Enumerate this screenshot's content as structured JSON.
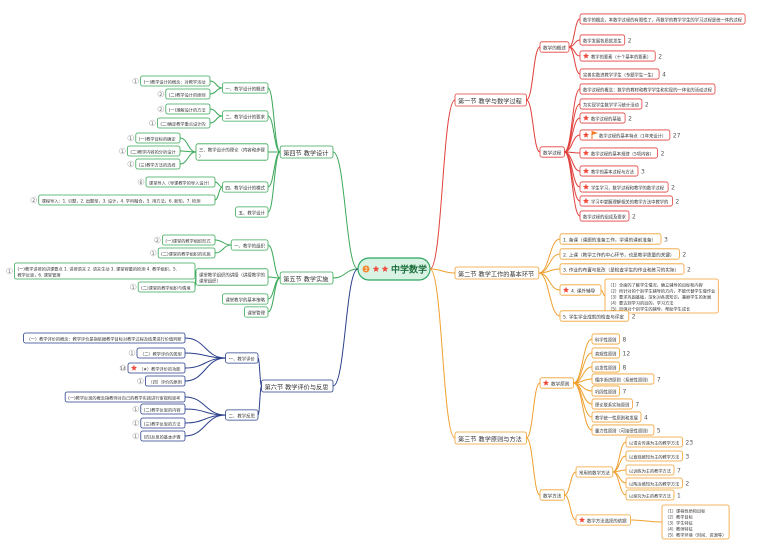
{
  "central": {
    "label": "中学数学",
    "badge": "3"
  },
  "colors": {
    "central_fill": "#d8f3e4",
    "central_stroke": "#2fa562",
    "red": "#e0403c",
    "orange": "#f0a030",
    "green": "#3aa858",
    "blue": "#3a78d0",
    "navy": "#2a3f8a",
    "star": "#f04a3c",
    "flag": "#f07a20",
    "badge": "#f08a30"
  },
  "branches": [
    {
      "id": "ch1",
      "label": "第一节 教学与数学过程",
      "color": "red",
      "children": [
        {
          "label": "数学的概述",
          "children": [
            {
              "label": "数学的概念，本数学过程的有限性了，再数学的教学学生的学习过程是统一体的过程"
            },
            {
              "label": "数学发展各质就发生",
              "badge": "2"
            },
            {
              "label": "教学的要素（十个基本的要素）",
              "badge": "2",
              "icon": "star"
            },
            {
              "label": "完善实数进教学学生（专题学生一生）",
              "badge": "4"
            }
          ]
        },
        {
          "label": "数学过程",
          "children": [
            {
              "label": "数学过程的概念：数学的教材和教学学生和实现的一体化的活动过程"
            },
            {
              "label": "为实现学生数学学习统计活动",
              "badge": "2"
            },
            {
              "label": "数学过程的基础",
              "badge": "2",
              "icon": "star"
            },
            {
              "label": "数学过程的基本特点（1年来设计）",
              "badge": "27",
              "icon": "star",
              "flag": true
            },
            {
              "label": "数学过程的基本规律（5项内容）",
              "badge": "2",
              "icon": "star"
            },
            {
              "label": "教学的基本过程与方法",
              "badge": "3",
              "icon": "star"
            },
            {
              "label": "学生学习，数学过程和教学的数学过程",
              "badge": "2",
              "icon": "star"
            },
            {
              "label": "学习中掌握理解相关的教学方法中教学的",
              "badge": "2",
              "icon": "star"
            },
            {
              "label": "数学过程的组成及要求",
              "badge": "2"
            }
          ]
        }
      ]
    },
    {
      "id": "ch2",
      "label": "第二节 教学工作的基本环节",
      "color": "orange",
      "children": [
        {
          "label": "1. 备课（课题的准备工作，学课的课前准备）",
          "badge": "3"
        },
        {
          "label": "2. 上课（教学工作的中心环节，也是教学质量的关键）",
          "badge": "2"
        },
        {
          "label": "3. 作业的布置与批改（是检查学生的作业和练习的实际）",
          "badge": "2"
        },
        {
          "label": "4. 课外辅导",
          "icon": "star",
          "children": [
            {
              "label": "（1）全面的了解学生情况，确立辅导的目标和内容\n（2）所针对的个别学生辅导的方向，不能代替学生做作业\n（3）要求巩固基础，深化对各类知识，兼顾学生的发展\n（4）要达到学习的目的，学习方法\n（5）加强对个别学生的辅导，帮助学生成长"
            }
          ]
        },
        {
          "label": "5. 学生学业成就的检查与评定",
          "badge": "2"
        }
      ]
    },
    {
      "id": "ch3",
      "label": "第三节 教学原则与方法",
      "color": "orange",
      "children": [
        {
          "label": "数学原则",
          "icon": "star",
          "children": [
            {
              "label": "科学性原则",
              "badge": "8"
            },
            {
              "label": "直观性原则",
              "badge": "12"
            },
            {
              "label": "启发性原则",
              "badge": "8"
            },
            {
              "label": "循序渐进原则（系统性原则）",
              "badge": "7"
            },
            {
              "label": "巩固性原则",
              "badge": "7"
            },
            {
              "label": "理论联系实际原则",
              "badge": "7"
            },
            {
              "label": "教学统一性原则和发展",
              "badge": "4"
            },
            {
              "label": "量力性原则（可接受性原则）",
              "badge": "5"
            }
          ]
        },
        {
          "label": "数学方法",
          "children": [
            {
              "label": "常用的数学方法",
              "children": [
                {
                  "label": "以语言传递为主的教学方法",
                  "badge": "23"
                },
                {
                  "label": "以直观感知为主的教学方法",
                  "badge": "3"
                },
                {
                  "label": "以训练为主的教学方法",
                  "badge": "7"
                },
                {
                  "label": "以陶冶感知为主的教学方法",
                  "badge": "2"
                },
                {
                  "label": "以探究为主的教学方法",
                  "badge": "1"
                }
              ]
            },
            {
              "label": "数学方法选择的依据",
              "icon": "star",
              "children": [
                {
                  "label": "（1）课程性质和目标\n（2）教学目标\n（3）学生特征\n（4）教师特征\n（5）教学环境（时间、资源等）"
                }
              ]
            }
          ]
        }
      ]
    },
    {
      "id": "ch4",
      "label": "第四节 教学设计",
      "color": "green",
      "children": [
        {
          "label": "一、教学设计的概述",
          "children": [
            {
              "label": "(一)教学设计的概念：对教学活动",
              "badge": "1"
            },
            {
              "label": "(二)教学设计的原则",
              "badge": "2"
            }
          ]
        },
        {
          "label": "二、教学设计的要求",
          "children": [
            {
              "label": "(一)理解设计的方法",
              "badge": "2"
            },
            {
              "label": "(二)确定教学重点设计的",
              "badge": "1"
            }
          ]
        },
        {
          "label": "三、教学设计的理论（内容和步骤）",
          "children": [
            {
              "label": "(一)教学目标的确定",
              "badge": "1"
            },
            {
              "label": "(二)教学内容的分析设计",
              "badge": "1"
            },
            {
              "label": "(三)教学方法的选择",
              "badge": "1"
            }
          ]
        },
        {
          "label": "四、教学设计的模式",
          "children": [
            {
              "label": "课堂导入（导课教学的导入设计）",
              "badge": "6"
            },
            {
              "label": "课程导入：1. 引题，2. 出题型，3. 设计，4. 学科融合，5. 用方法，6. 新知，7. 检测",
              "badge": "2"
            }
          ]
        },
        {
          "label": "五、教学设计",
          "children": []
        }
      ]
    },
    {
      "id": "ch5",
      "label": "第五节 教学实施",
      "color": "green",
      "children": [
        {
          "label": "一、教学的组织",
          "children": [
            {
              "label": "(一)课堂的教学组织形式",
              "badge": "2"
            },
            {
              "label": "(二)课堂的教学组织的实施",
              "badge": "1"
            }
          ]
        },
        {
          "label": "课堂教学组织的讲授（讲授教学的课堂组织）",
          "children": [
            {
              "label": "(一)教学讲授的讲课要点 1. 讲授语言 2. 语言生动 3. 课堂容量的检测 4. 教学组织，5. 教学反思，6. 课堂管理",
              "badge": "1"
            },
            {
              "label": "(二)课堂的教学组织与情境",
              "badge": "1"
            }
          ]
        },
        {
          "label": "课堂教学的基本策略",
          "children": []
        },
        {
          "label": "课堂管理",
          "children": []
        }
      ]
    },
    {
      "id": "ch6",
      "label": "第六节 教学评价与反思",
      "color": "navy",
      "children": [
        {
          "label": "一、教学评价",
          "children": [
            {
              "label": "（一）教学评价的概念：教学评价是指依据教学目标对教学过程及结果进行价值判断",
              "badge": ""
            },
            {
              "label": "（二）教学评价的类型",
              "badge": "1"
            },
            {
              "label": "（★）教学评价的功能",
              "badge": "14",
              "icon": "star"
            },
            {
              "label": "（四）评价的原则",
              "badge": "1"
            }
          ]
        },
        {
          "label": "二、教学反思",
          "children": [
            {
              "label": "(一)教学反思的概念指教师对自己的教学实践进行审视和思考",
              "badge": ""
            },
            {
              "label": "(二)教学反思的内容",
              "badge": "1"
            },
            {
              "label": "(三)教学反思的方法",
              "badge": "1"
            },
            {
              "label": "(四)反思的基本步骤",
              "badge": "1"
            }
          ]
        }
      ]
    }
  ]
}
